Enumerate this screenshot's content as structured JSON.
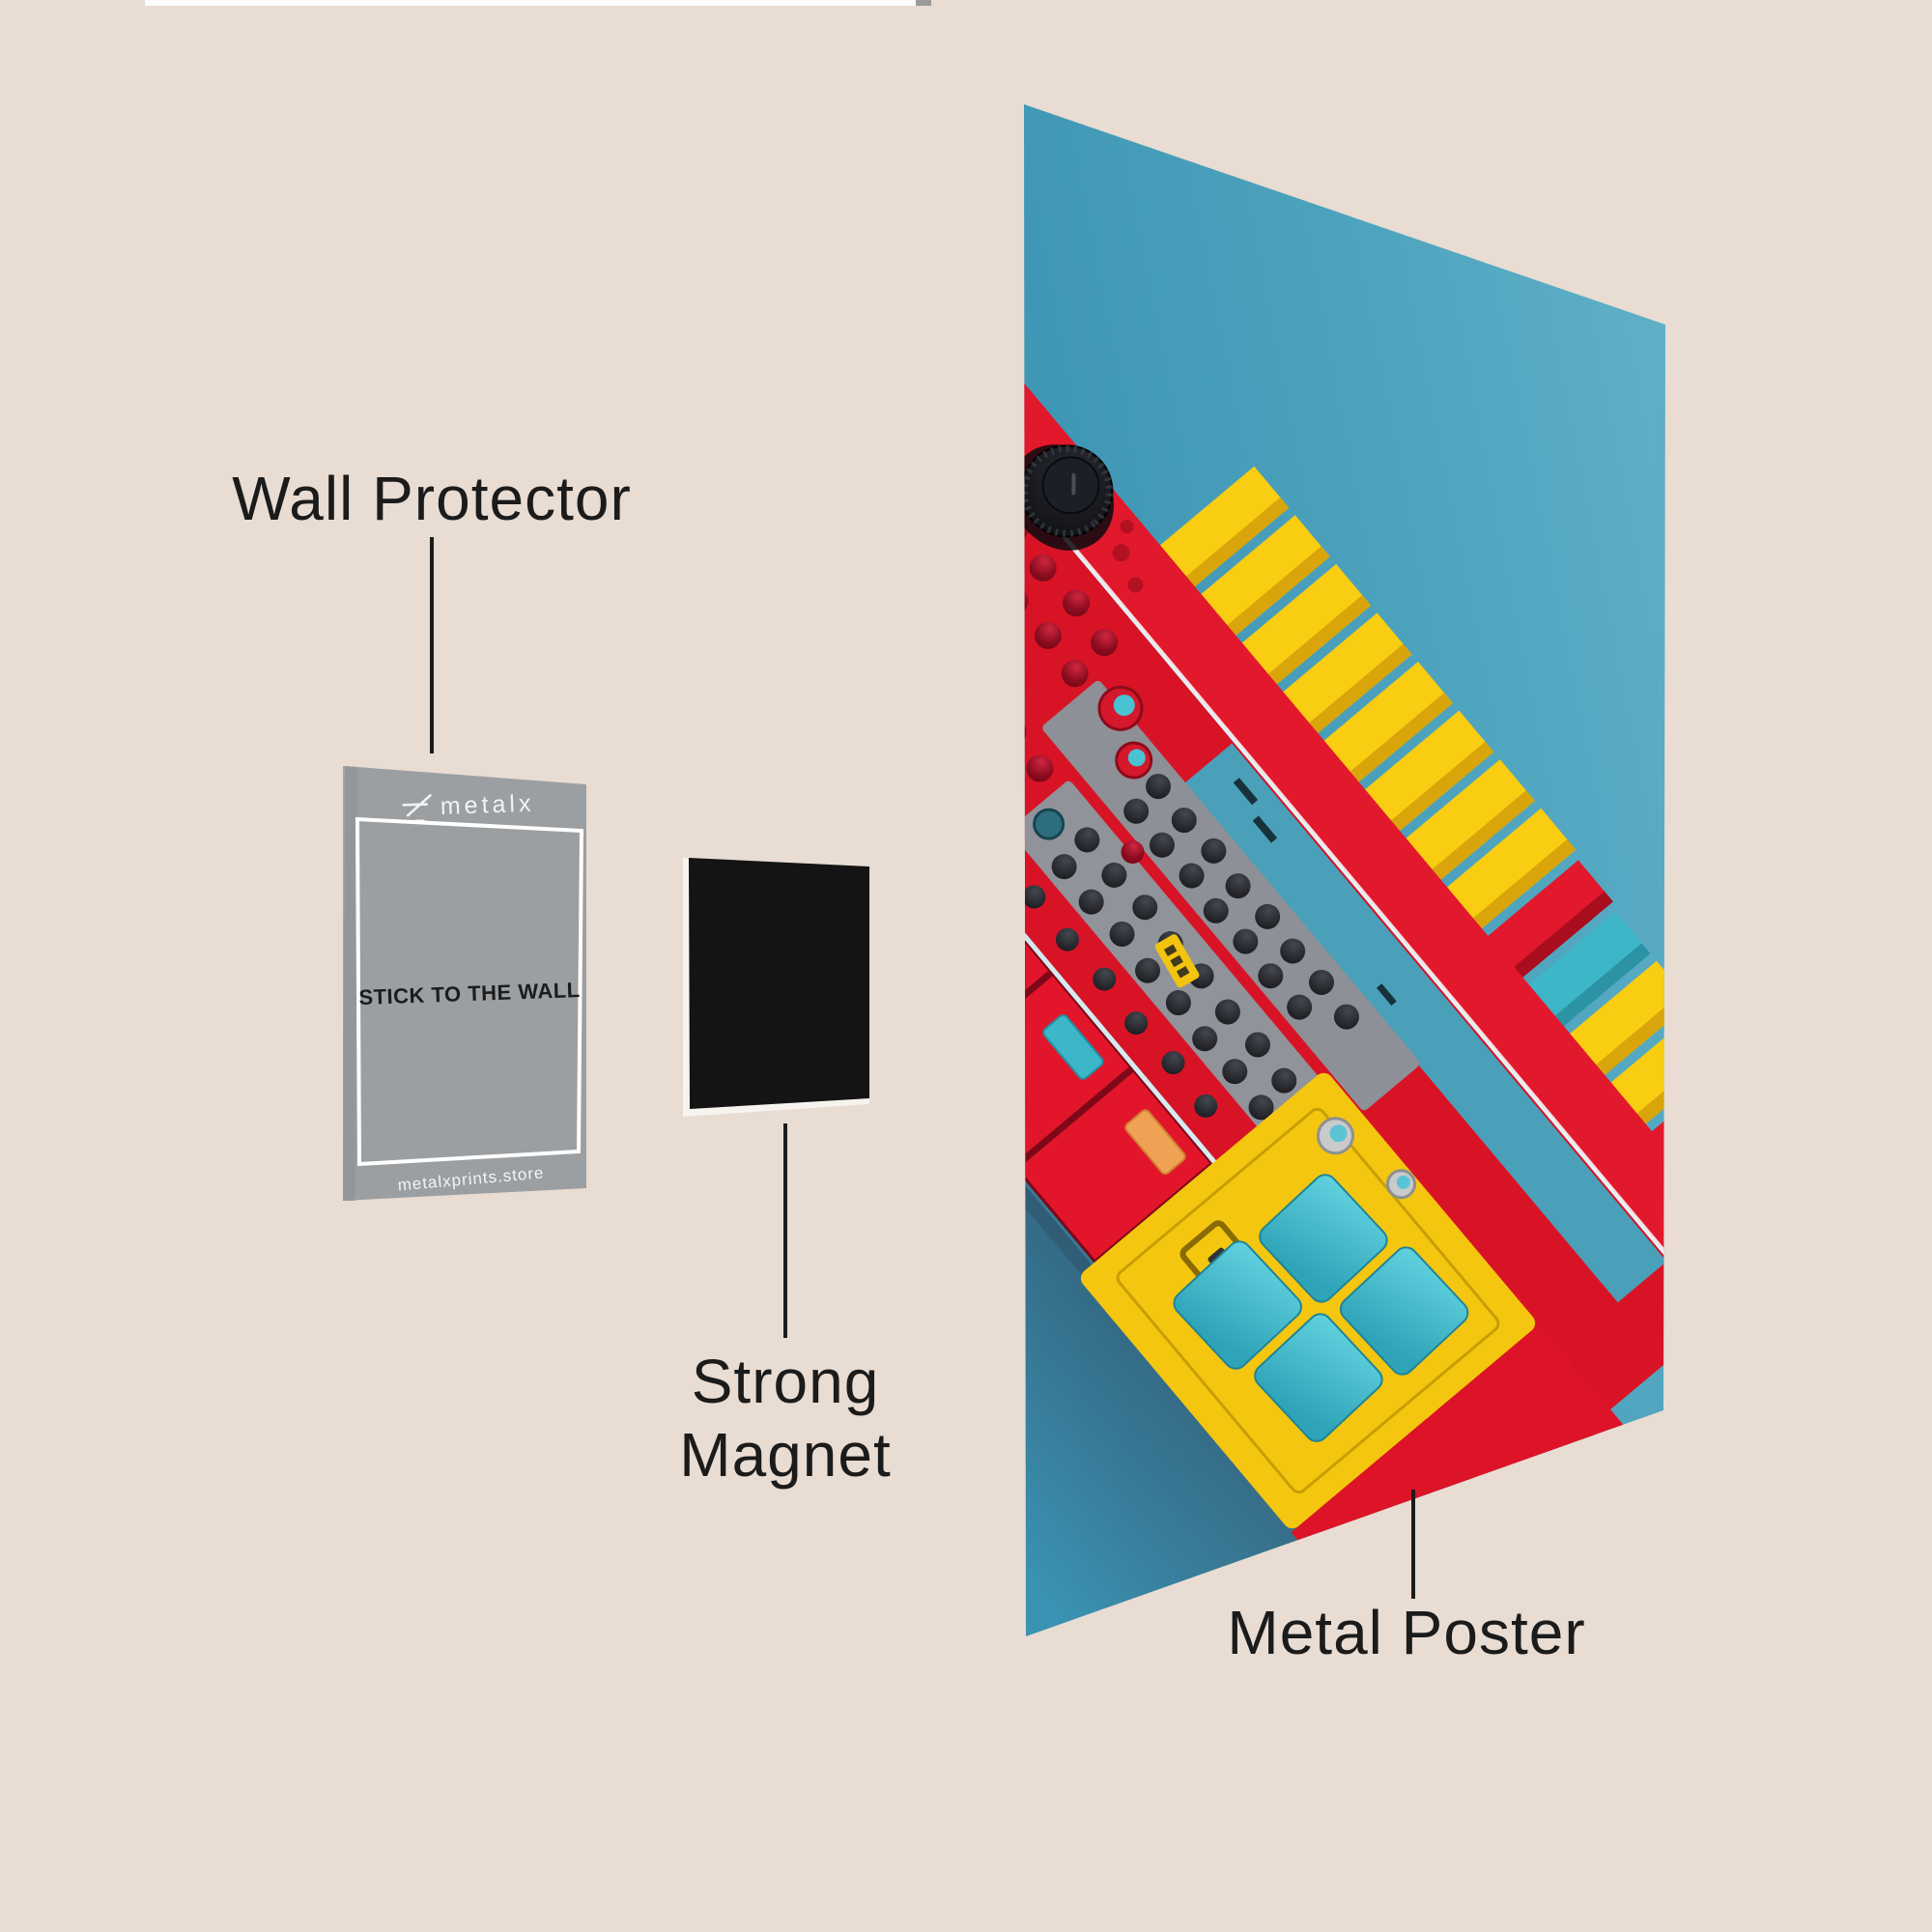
{
  "page": {
    "background_color": "#e8dcd3"
  },
  "annotations": {
    "wall_protector": {
      "label": "Wall Protector"
    },
    "strong_magnet": {
      "label_line1": "Strong",
      "label_line2": "Magnet"
    },
    "metal_poster": {
      "label": "Metal Poster"
    },
    "leader_line_color": "#1b1b1b"
  },
  "wall_protector_card": {
    "brand": "metalx",
    "message": "STICK TO THE WALL",
    "website": "metalxprints.store",
    "card_color": "#9c9fa2",
    "border_color": "#ffffff",
    "message_color": "#1c1c1c"
  },
  "magnet": {
    "color": "#141414",
    "backing_color": "#f7f3ee"
  },
  "poster": {
    "subject": "red and yellow sampler synthesizer on teal blue background",
    "colors": {
      "background_left": "#3b92b2",
      "background_right": "#63b2c9",
      "device_red": "#df1428",
      "key_yellow": "#f8cd12",
      "pad_teal": "#3db6c8",
      "accent_orange": "#eda157",
      "panel_gray": "#8d9097",
      "knob_black": "#15161a",
      "shadow_blue_gray": "#2c3e54"
    }
  }
}
